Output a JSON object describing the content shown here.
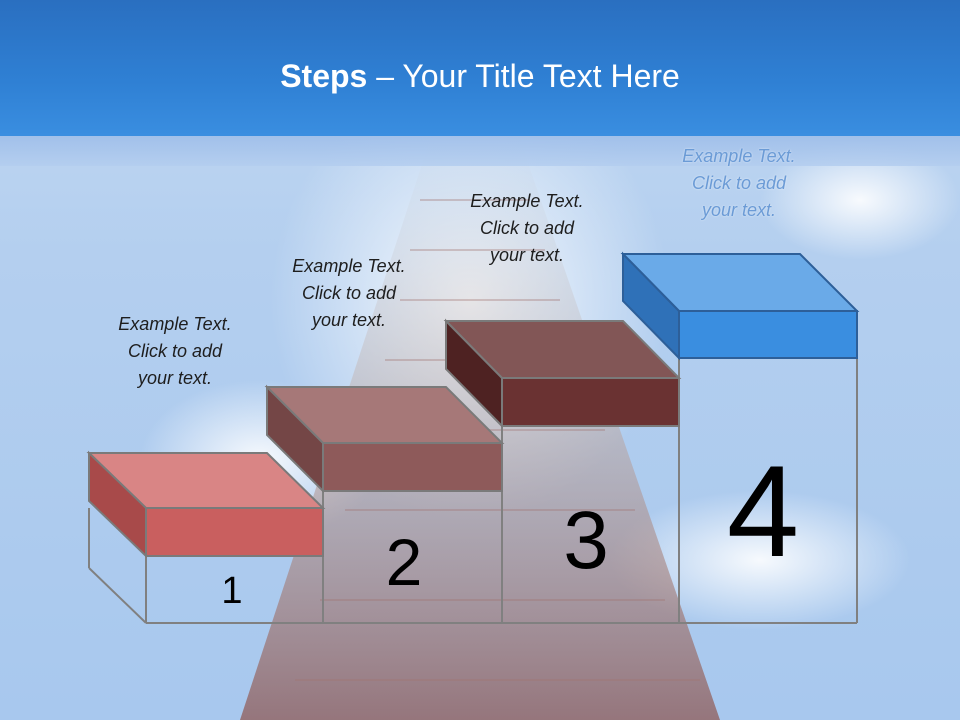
{
  "slide": {
    "title_bold": "Steps",
    "title_rest": " – Your Title Text Here"
  },
  "steps": [
    {
      "number": "1",
      "text": [
        "Example Text.",
        "Click  to add",
        "your text."
      ],
      "color_top": "#d98585",
      "color_front": "#c95f5f",
      "color_side": "#a84a4a"
    },
    {
      "number": "2",
      "text": [
        "Example Text.",
        "Click  to add",
        "your text."
      ],
      "color_top": "#a67878",
      "color_front": "#8e5a5a",
      "color_side": "#744646"
    },
    {
      "number": "3",
      "text": [
        "Example Text.",
        "Click  to add",
        "your text."
      ],
      "color_top": "#825656",
      "color_front": "#6a3232",
      "color_side": "#4e2222"
    },
    {
      "number": "4",
      "text": [
        "Example Text.",
        "Click  to add",
        "your text."
      ],
      "color_top": "#6aaae8",
      "color_front": "#3a8ee0",
      "color_side": "#2f71b8"
    }
  ]
}
